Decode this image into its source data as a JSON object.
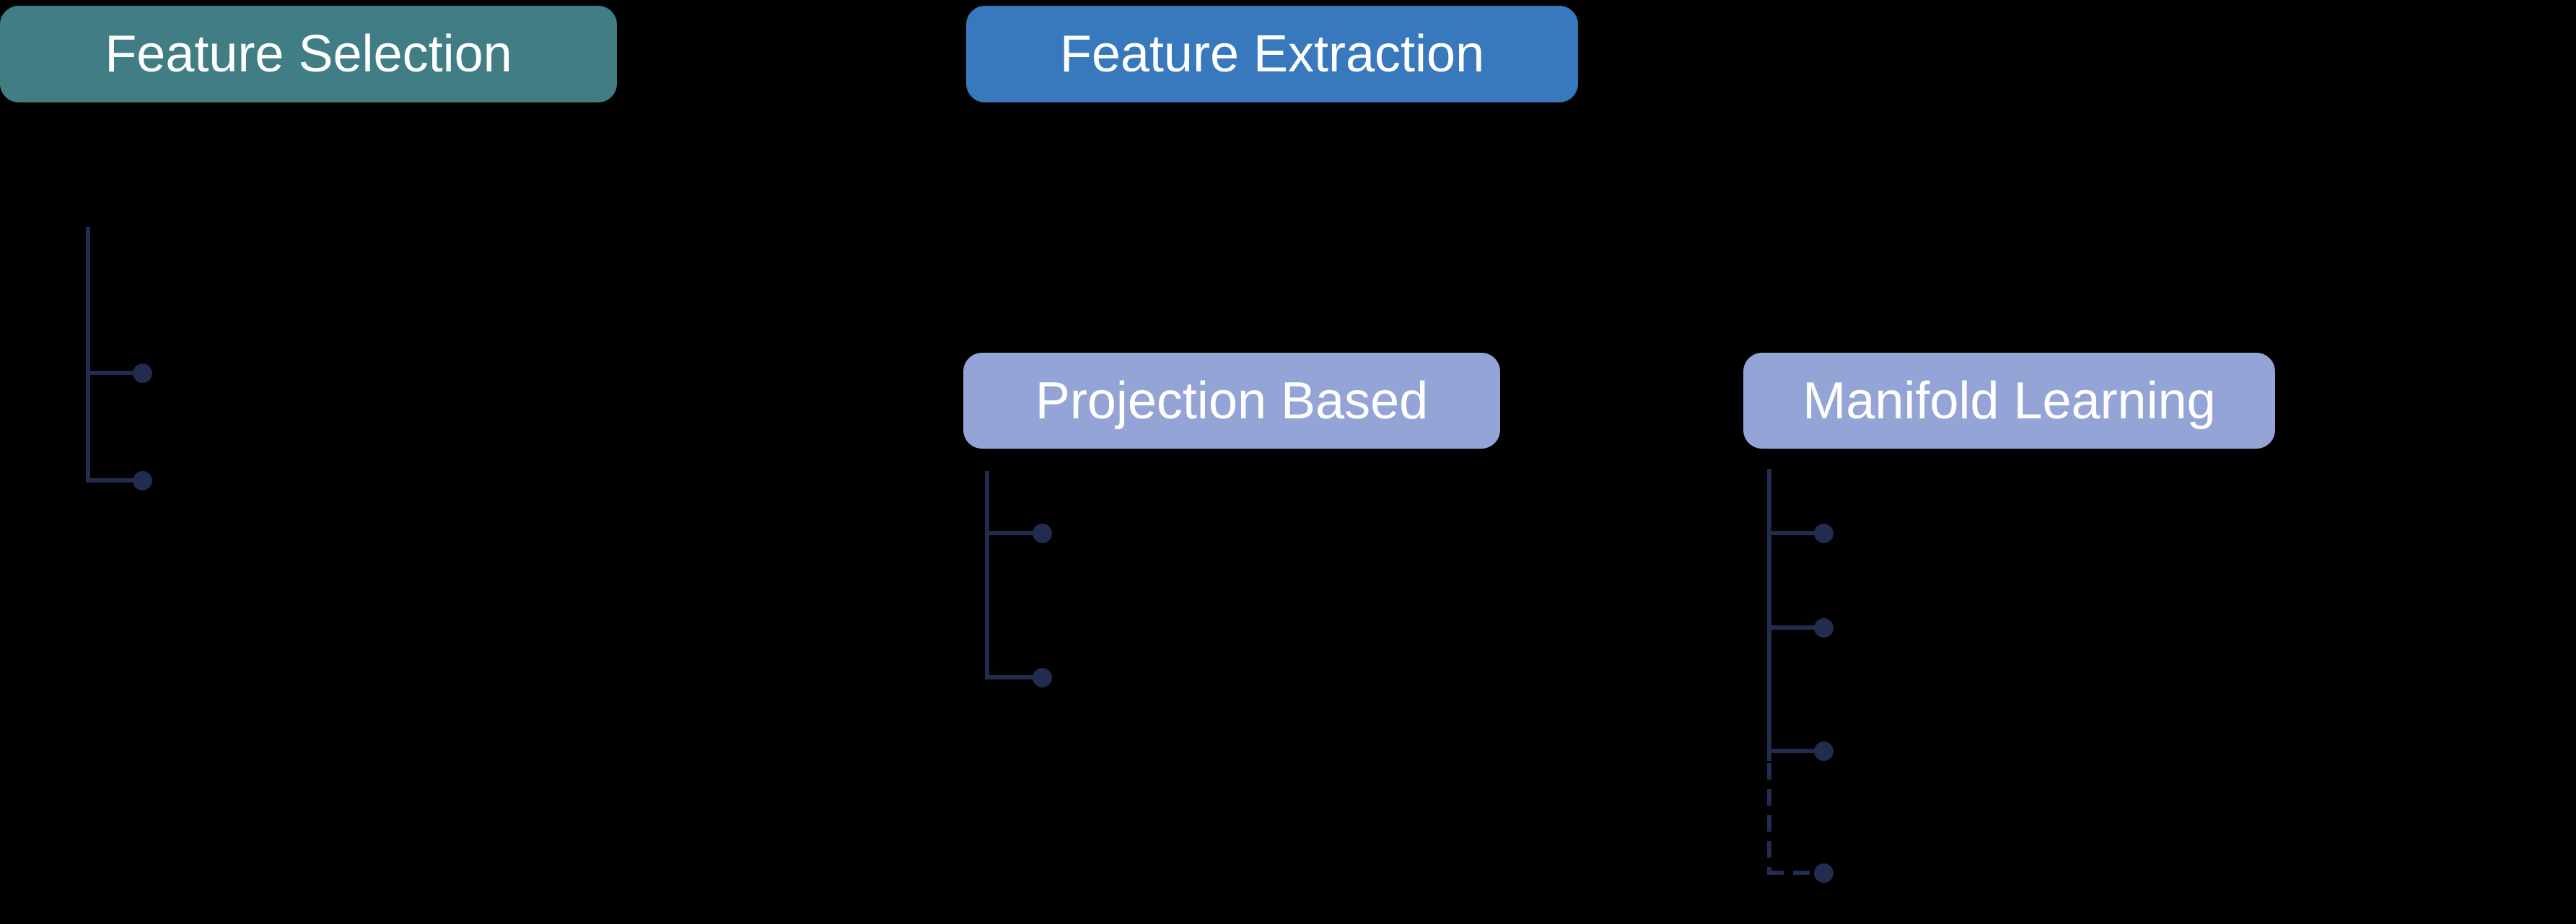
{
  "page": {
    "background_color": "#000000",
    "description": "Taxonomy diagram of dimensionality reduction: Feature Selection and Feature Extraction; Feature Extraction splits into Projection Based and Manifold Learning; bullet branches have no visible label text"
  },
  "colors": {
    "teal": "#417D85",
    "blue": "#3779BC",
    "periwinkle": "#95A4D6",
    "navy": "#212C4E",
    "text": "#FFFFFF"
  },
  "boxes": {
    "feature_selection": {
      "label": "Feature Selection"
    },
    "feature_extraction": {
      "label": "Feature Extraction"
    },
    "projection_based": {
      "label": "Projection Based"
    },
    "manifold_learning": {
      "label": "Manifold Learning"
    }
  },
  "trees": {
    "feature_selection": {
      "bullet_count": 2,
      "line_style": "solid",
      "labels_visible": false
    },
    "projection_based": {
      "bullet_count": 2,
      "line_style": "solid",
      "labels_visible": false
    },
    "manifold_learning": {
      "bullet_count": 4,
      "line_style": "solid",
      "last_branch_style": "dashed",
      "labels_visible": false
    }
  }
}
